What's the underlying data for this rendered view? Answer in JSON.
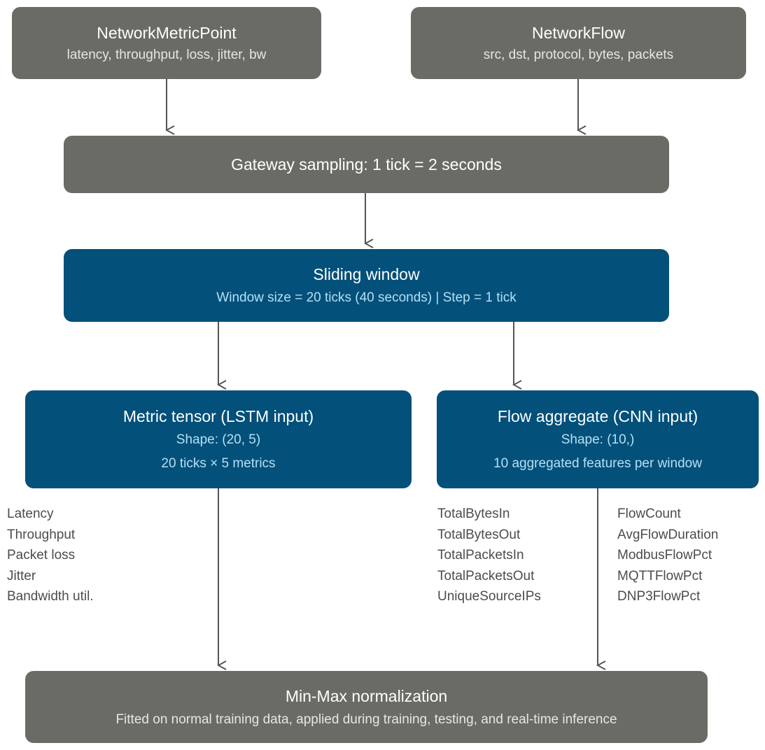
{
  "colors": {
    "gray_box": "#6b6b66",
    "blue_box": "#03507a",
    "blue_subtext": "#b3e0f5",
    "arrow": "#555555",
    "list_text": "#4c4c4c"
  },
  "nodes": {
    "network_metric_point": {
      "title": "NetworkMetricPoint",
      "subtitle": "latency, throughput, loss, jitter, bw"
    },
    "network_flow": {
      "title": "NetworkFlow",
      "subtitle": "src, dst, protocol, bytes, packets"
    },
    "gateway_sampling": {
      "title": "Gateway sampling: 1 tick = 2 seconds"
    },
    "sliding_window": {
      "title": "Sliding window",
      "subtitle": "Window size = 20 ticks (40 seconds) | Step = 1 tick"
    },
    "metric_tensor": {
      "title": "Metric tensor (LSTM input)",
      "line1": "Shape: (20, 5)",
      "line2": "20 ticks × 5 metrics"
    },
    "flow_aggregate": {
      "title": "Flow aggregate (CNN input)",
      "line1": "Shape: (10,)",
      "line2": "10 aggregated features per window"
    },
    "normalization": {
      "title": "Min-Max normalization",
      "subtitle": "Fitted on normal training data, applied during training, testing, and real-time inference"
    }
  },
  "metric_features": [
    "Latency",
    "Throughput",
    "Packet loss",
    "Jitter",
    "Bandwidth util."
  ],
  "flow_features_left": [
    "TotalBytesIn",
    "TotalBytesOut",
    "TotalPacketsIn",
    "TotalPacketsOut",
    "UniqueSourceIPs"
  ],
  "flow_features_right": [
    "FlowCount",
    "AvgFlowDuration",
    "ModbusFlowPct",
    "MQTTFlowPct",
    "DNP3FlowPct"
  ]
}
